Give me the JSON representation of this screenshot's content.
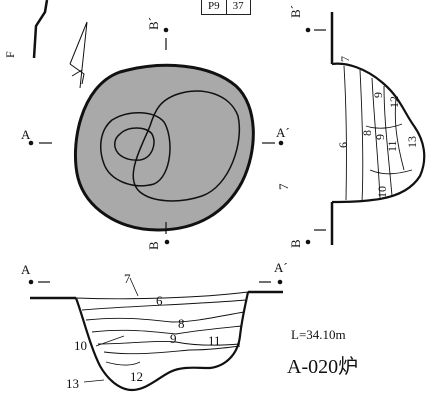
{
  "header_table": {
    "cells": [
      "P9",
      "37"
    ]
  },
  "scale_text": "L=34.10m",
  "feature_id": "A-020炉",
  "plan_labels": {
    "A_left": "A",
    "A_right": "A´",
    "B_top": "B´",
    "B_bottom": "B",
    "F": "F",
    "layer_7": "7"
  },
  "section_ab_labels": {
    "A_left": "A",
    "A_right": "A´",
    "layers": [
      "7",
      "6",
      "8",
      "9",
      "10",
      "11",
      "12",
      "13"
    ]
  },
  "section_bb_labels": {
    "B_top": "B´",
    "B_bottom": "B",
    "layers": [
      "7",
      "6",
      "8",
      "9",
      "12",
      "11",
      "10",
      "13"
    ]
  },
  "colors": {
    "fill_gray": "#a9a9a9",
    "line": "#111111"
  }
}
